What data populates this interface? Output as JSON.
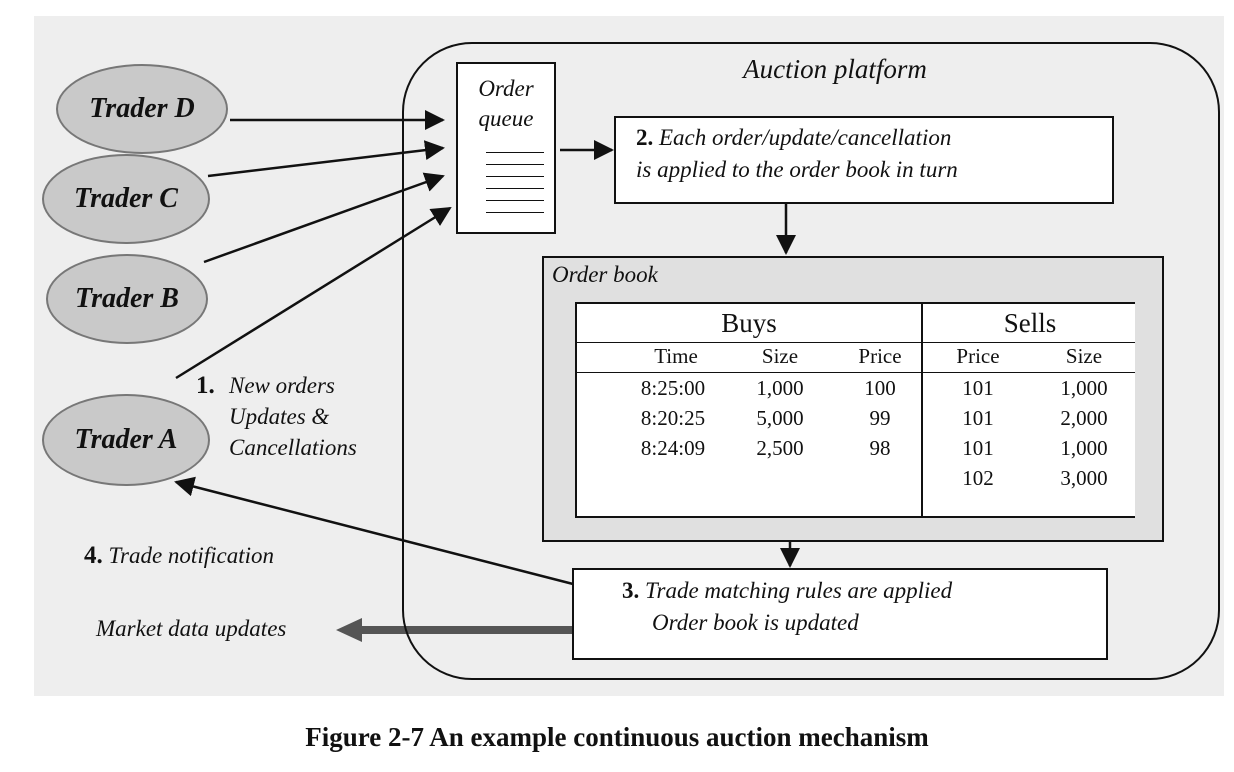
{
  "platform": {
    "title": "Auction platform"
  },
  "traders": [
    "Trader D",
    "Trader C",
    "Trader B",
    "Trader A"
  ],
  "order_queue": {
    "label": "Order\nqueue"
  },
  "step1": {
    "num": "1.",
    "text": "New orders\nUpdates &\nCancellations"
  },
  "step2": {
    "num": "2.",
    "text": "Each order/update/cancellation\nis applied to the order book in turn"
  },
  "step3": {
    "num": "3.",
    "line1": "Trade matching rules are applied",
    "line2": "Order book is updated"
  },
  "step4": {
    "num": "4.",
    "text": "Trade notification"
  },
  "market_data": "Market data updates",
  "order_book": {
    "title": "Order book",
    "buys_label": "Buys",
    "sells_label": "Sells",
    "buy_columns": [
      "Time",
      "Size",
      "Price"
    ],
    "sell_columns": [
      "Price",
      "Size"
    ],
    "buys": [
      [
        "8:25:00",
        "1,000",
        "100"
      ],
      [
        "8:20:25",
        "5,000",
        "99"
      ],
      [
        "8:24:09",
        "2,500",
        "98"
      ]
    ],
    "sells": [
      [
        "101",
        "1,000"
      ],
      [
        "101",
        "2,000"
      ],
      [
        "101",
        "1,000"
      ],
      [
        "102",
        "3,000"
      ]
    ]
  },
  "caption": "Figure 2-7 An example continuous auction mechanism"
}
